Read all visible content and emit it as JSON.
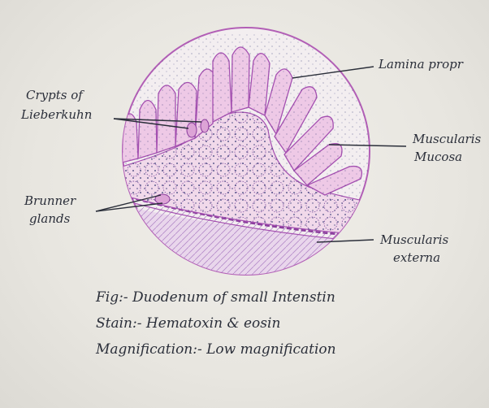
{
  "labels": {
    "crypts_line1": "Crypts of",
    "crypts_line2": "Lieberkuhn",
    "lamina": "Lamina propr",
    "muscularis_mucosa_line1": "Muscularis",
    "muscularis_mucosa_line2": "Mucosa",
    "brunner_line1": "Brunner",
    "brunner_line2": "glands",
    "muscularis_externa_line1": "Muscularis",
    "muscularis_externa_line2": "externa"
  },
  "caption": {
    "fig": "Fig:- Duodenum of small Intenstin",
    "stain": "Stain:- Hematoxin & eosin",
    "magnification": "Magnification:- Low magnification"
  },
  "colors": {
    "ink": "#2b2f3a",
    "circle": "#b25fb6",
    "pink_fill": "#eec9e6",
    "purple_line": "#a44fb0",
    "dot": "#3b3f7a"
  }
}
